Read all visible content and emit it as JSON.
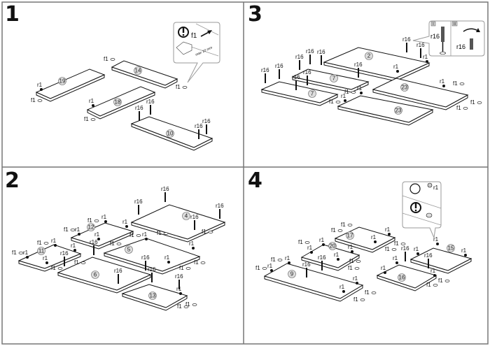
{
  "steps": [
    {
      "number": "1",
      "parts": [
        "19",
        "14",
        "18",
        "10"
      ],
      "fasteners": [
        "f1",
        "f1",
        "r1",
        "f1",
        "r1",
        "f1",
        "r16",
        "r16",
        "r16",
        "r16"
      ]
    },
    {
      "number": "2",
      "parts": [
        "4",
        "12",
        "11",
        "5",
        "6",
        "13"
      ],
      "fasteners": [
        "r16",
        "r16",
        "r16",
        "r16",
        "r16",
        "r16",
        "r16",
        "r16",
        "r16",
        "r16",
        "r1",
        "r1",
        "r1",
        "r1",
        "r1",
        "r1",
        "r1",
        "r1",
        "r1",
        "r1",
        "r1",
        "r1",
        "f1",
        "f1",
        "f1",
        "f1",
        "f1",
        "f1",
        "f1",
        "f1",
        "f1",
        "f1",
        "f1",
        "f1",
        "f1",
        "f1"
      ]
    },
    {
      "number": "3",
      "parts": [
        "2",
        "7",
        "7",
        "23",
        "23"
      ],
      "fasteners": [
        "r16",
        "r16",
        "r16",
        "r16",
        "r16",
        "r16",
        "r16",
        "r16",
        "r16",
        "r16",
        "r1",
        "r1",
        "r1",
        "r1",
        "r1",
        "f1",
        "f1",
        "f1",
        "f1",
        "f1"
      ]
    },
    {
      "number": "4",
      "parts": [
        "17",
        "20",
        "9",
        "15",
        "16"
      ],
      "fasteners": [
        "f1",
        "f1",
        "f1",
        "f1",
        "f1",
        "f1",
        "f1",
        "f1",
        "f1",
        "f1",
        "f1",
        "f1",
        "f1",
        "r1",
        "r1",
        "r1",
        "r1",
        "r1",
        "r1",
        "r1",
        "r1",
        "r1",
        "r1",
        "r1",
        "r1",
        "r1",
        "r1",
        "r1",
        "r1",
        "r16",
        "r16",
        "r16",
        "r16"
      ]
    }
  ],
  "insets": {
    "step1": {
      "label": "f1",
      "note_line1": "max",
      "note_line2": "10 mm"
    },
    "step3": {
      "stage_i": "I",
      "stage_ii": "II",
      "label_i": "r16",
      "label_ii": "r16"
    },
    "step4": {
      "label": "r1"
    }
  }
}
